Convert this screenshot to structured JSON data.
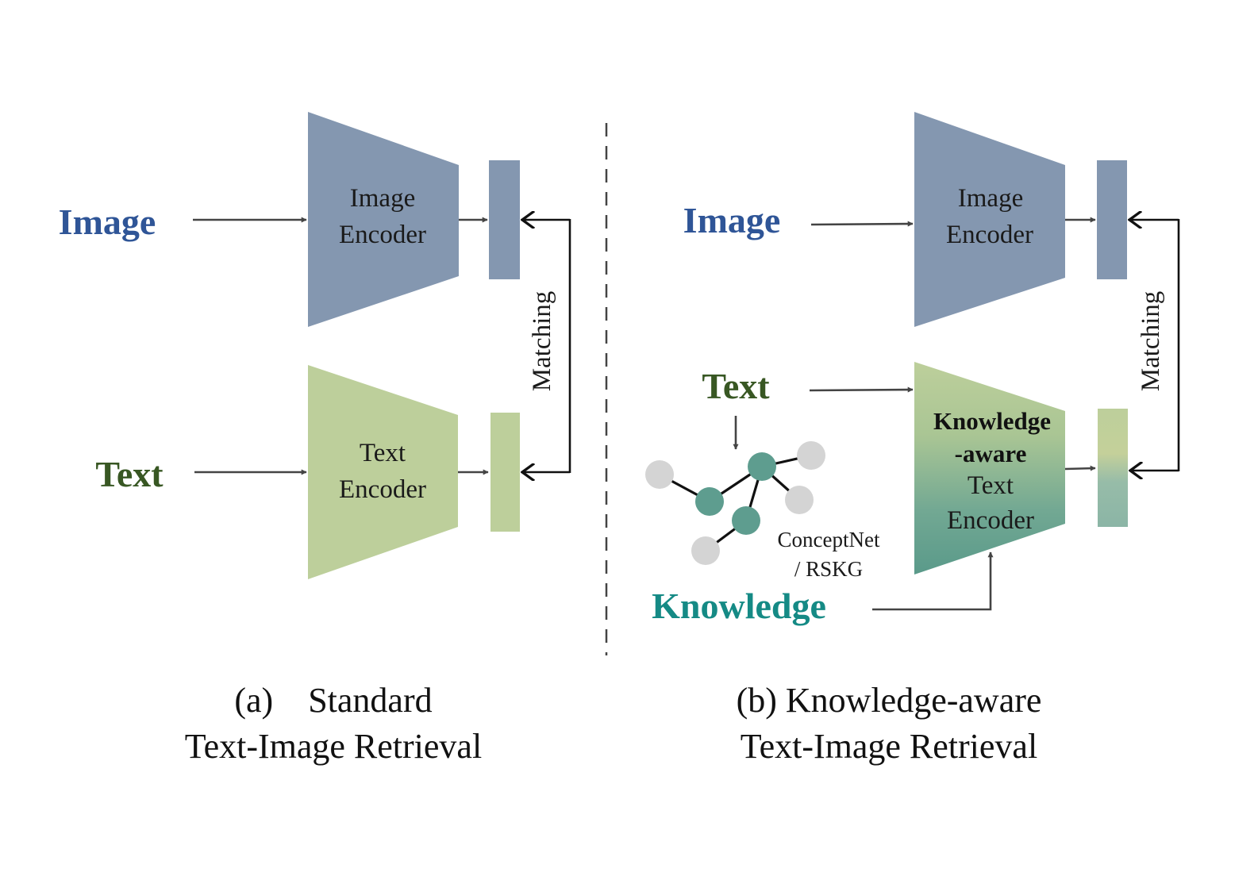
{
  "colors": {
    "image_blue": "#2F5597",
    "text_green": "#385723",
    "knowledge_teal": "#158A85",
    "image_encoder_fill": "#8497B0",
    "text_encoder_fill": "#BDCF9B",
    "graph_node_teal": "#5E9D8F",
    "graph_node_gray": "#D4D4D4"
  },
  "panel_a": {
    "image_input": "Image",
    "text_input": "Text",
    "image_encoder": {
      "line1": "Image",
      "line2": "Encoder"
    },
    "text_encoder": {
      "line1": "Text",
      "line2": "Encoder"
    },
    "matching": "Matching",
    "caption": {
      "line1": "(a)    Standard",
      "line2": "Text-Image Retrieval"
    }
  },
  "panel_b": {
    "image_input": "Image",
    "text_input": "Text",
    "knowledge_input": "Knowledge",
    "image_encoder": {
      "line1": "Image",
      "line2": "Encoder"
    },
    "text_encoder": {
      "line1": "Knowledge",
      "line2": "-aware",
      "line3": "Text",
      "line4": "Encoder"
    },
    "graph_source": {
      "line1": "ConceptNet",
      "line2": "/ RSKG"
    },
    "matching": "Matching",
    "caption": {
      "line1": "(b) Knowledge-aware",
      "line2": "Text-Image Retrieval"
    }
  }
}
